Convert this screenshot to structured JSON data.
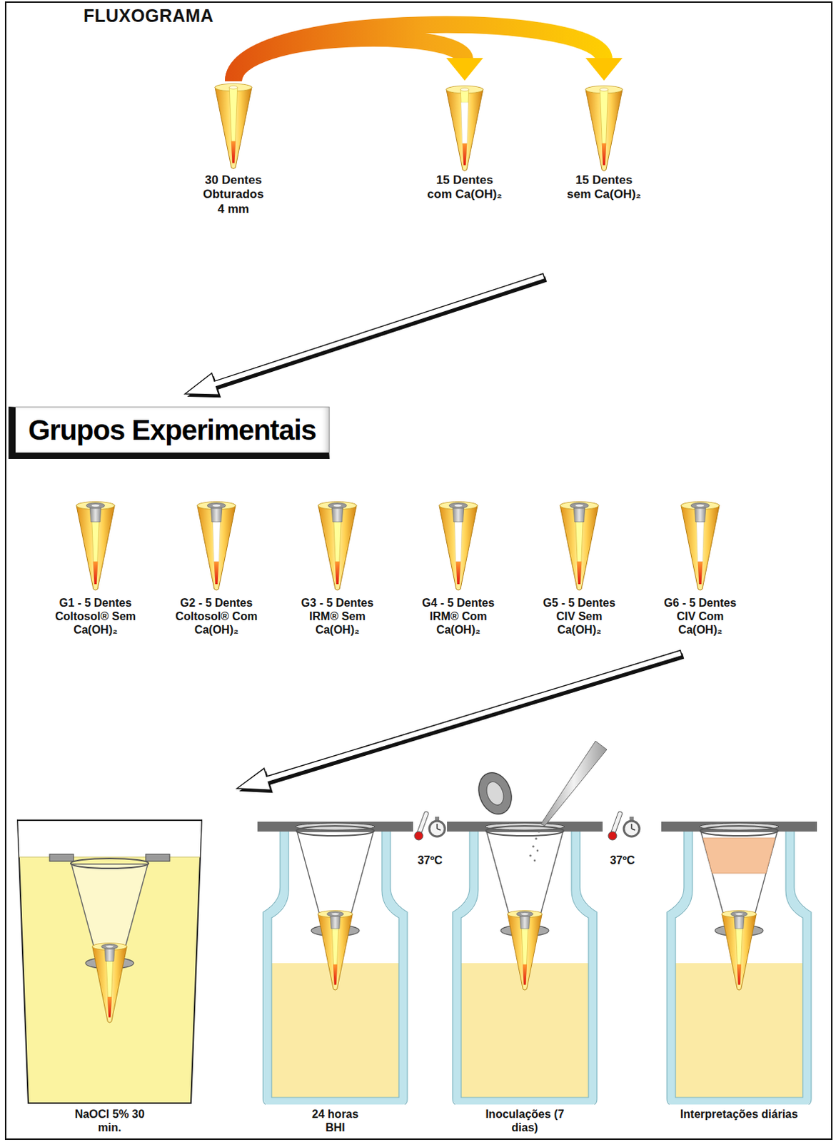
{
  "diagram": {
    "title": "FLUXOGRAMA",
    "nodes": [
      {
        "text": [
          "30 Dentes Obturados 4 mm"
        ]
      },
      {
        "text": [
          "15 Dentes com Ca(OH)₂"
        ]
      },
      {
        "text": [
          "15 Dentes sem Ca(OH)₂"
        ]
      },
      {
        "text": [
          "Grupos Experimentais"
        ]
      },
      {
        "text": [
          "G1 - 5 Dentes Coltosol® Sem Ca(OH)₂"
        ]
      },
      {
        "text": [
          "G2 - 5 Dentes Coltosol® Com Ca(OH)₂"
        ]
      },
      {
        "text": [
          "G3 - 5 Dentes IRM® Sem Ca(OH)₂"
        ]
      },
      {
        "text": [
          "G4 - 5 Dentes IRM® Com Ca(OH)₂"
        ]
      },
      {
        "text": [
          "G5 - 5 Dentes CIV Sem Ca(OH)₂"
        ]
      },
      {
        "text": [
          "G6 - 5 Dentes CIV Com Ca(OH)₂"
        ]
      },
      {
        "text": [
          "NaOCl 5% 30 min."
        ]
      },
      {
        "text": [
          "24 horas BHI"
        ]
      },
      {
        "text": [
          "Inoculações (7 dias)"
        ]
      },
      {
        "text": [
          "Interpretações diárias"
        ]
      }
    ],
    "edges": [
      {
        "from": 0,
        "to": 1,
        "arrow": "to"
      },
      {
        "from": 0,
        "to": 2,
        "arrow": "to"
      },
      {
        "from": 2,
        "to": 3,
        "arrow": "to"
      },
      {
        "from": 9,
        "to": 10,
        "arrow": "to"
      }
    ],
    "labels": [
      "37ºC",
      "37ºC"
    ]
  }
}
